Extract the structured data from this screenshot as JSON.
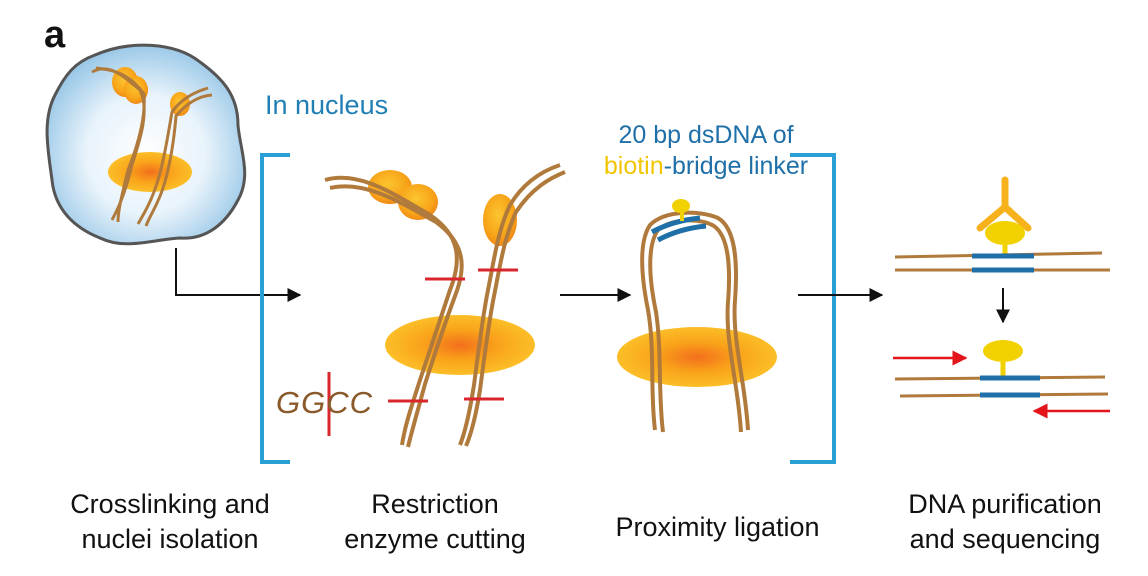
{
  "panel_label": "a",
  "bracket_label": "In nucleus",
  "linker_label": {
    "line1": "20 bp dsDNA of",
    "biotin_word": "biotin",
    "line2_rest": "-bridge linker"
  },
  "motif_label": "GGCC",
  "steps": [
    {
      "line1": "Crosslinking and",
      "line2": "nuclei isolation"
    },
    {
      "line1": "Restriction",
      "line2": "enzyme cutting"
    },
    {
      "line1": "Proximity ligation",
      "line2": ""
    },
    {
      "line1": "DNA purification",
      "line2": "and sequencing"
    }
  ],
  "colors": {
    "bracket": "#2a9fd6",
    "dna": "#b07a3c",
    "protein": "#f7b21b",
    "protein_core": "#f07a1a",
    "cut_site": "#d9262c",
    "linker": "#1f6fa8",
    "biotin": "#f2d100",
    "primer": "#e4141b",
    "arrow": "#111111"
  }
}
